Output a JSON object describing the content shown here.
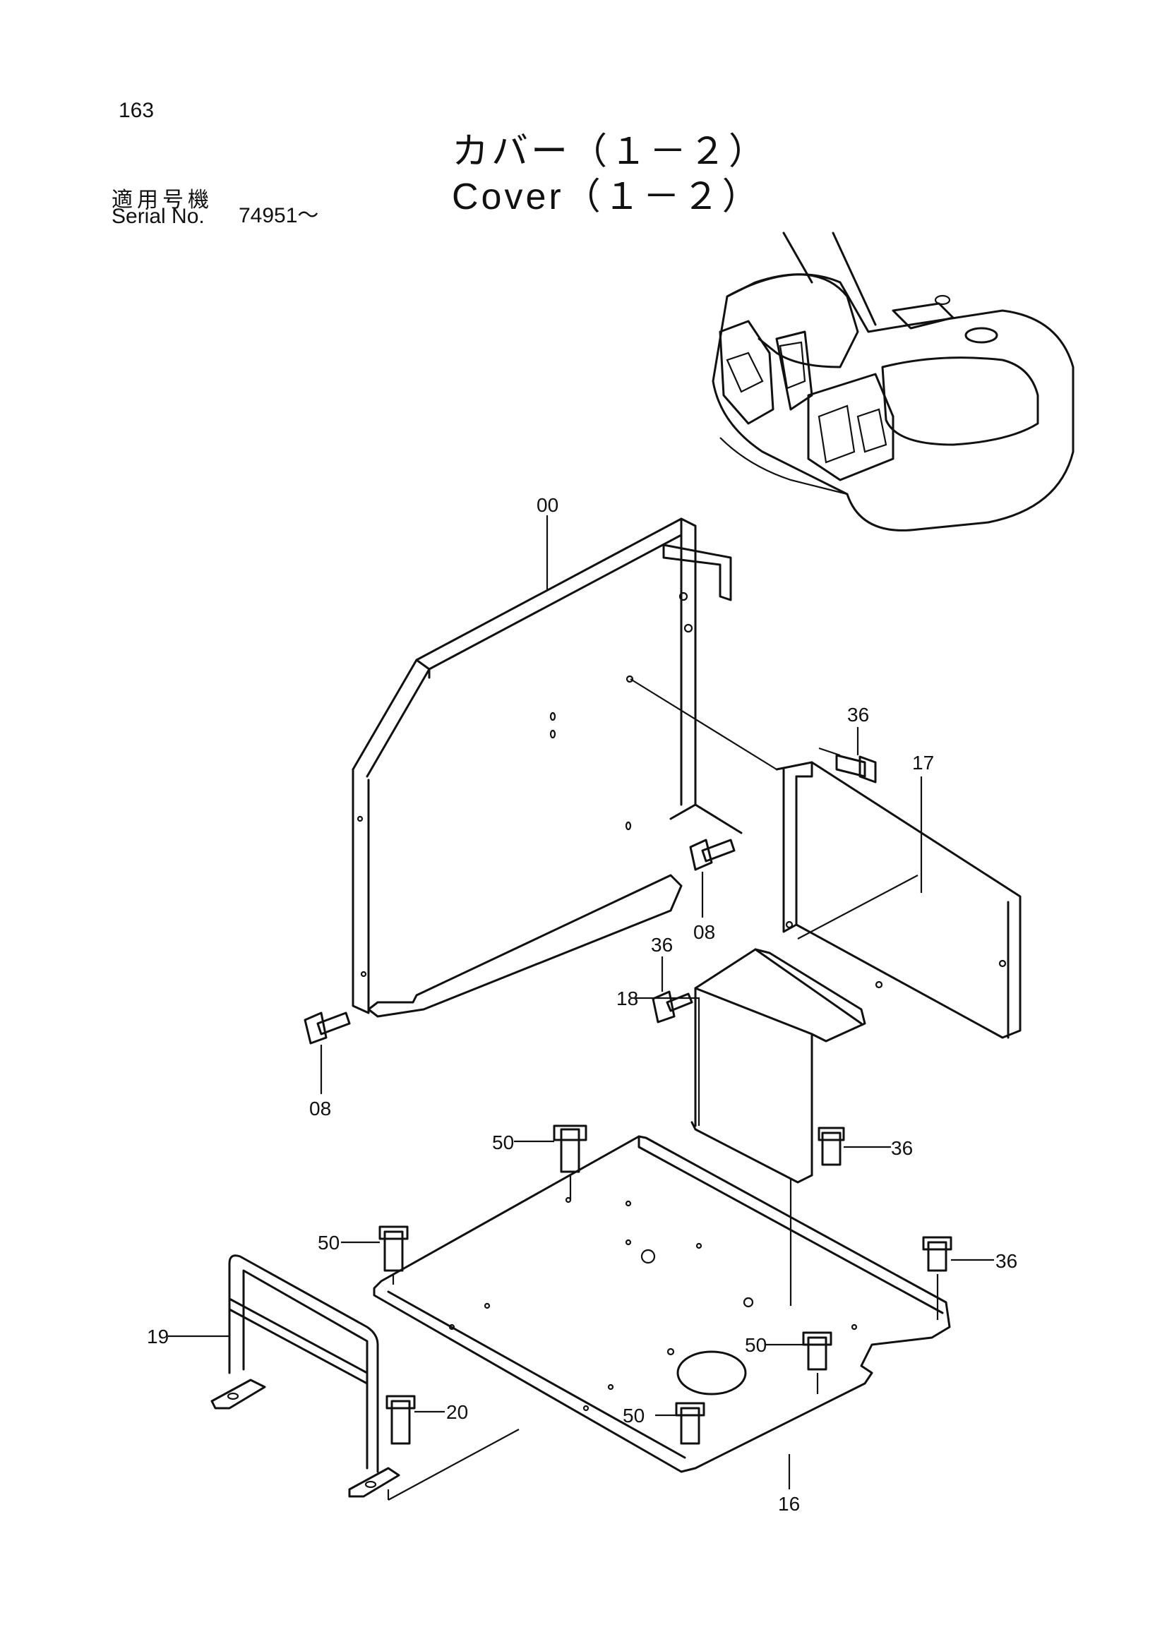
{
  "page_number": "163",
  "title_jp": "カバー（１－２）",
  "title_en": "Cover（１－２）",
  "serial": {
    "label_jp": "適用号機",
    "label_en": "Serial No.",
    "value": "74951～"
  },
  "callouts": {
    "c00": "00",
    "c36a": "36",
    "c17": "17",
    "c08a": "08",
    "c36b": "36",
    "c08b": "08",
    "c18": "18",
    "c50a": "50",
    "c36c": "36",
    "c50b": "50",
    "c36d": "36",
    "c19": "19",
    "c50c": "50",
    "c20": "20",
    "c50d": "50",
    "c16": "16"
  }
}
